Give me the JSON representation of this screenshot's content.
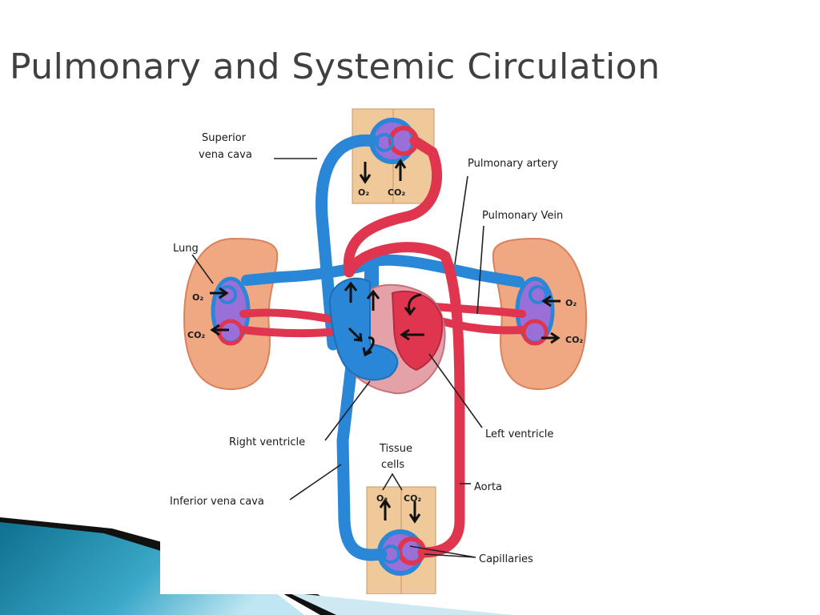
{
  "title": "Pulmonary and Systemic Circulation",
  "colors": {
    "deoxygenated": "#2a86d6",
    "oxygenated": "#e0354f",
    "tissue": "#f0c99a",
    "lung": "#f0a882",
    "corner_accent": "#1f8fb0"
  },
  "labels": {
    "superior_vena_cava": [
      "Superior",
      "vena cava"
    ],
    "pulmonary_artery": "Pulmonary artery",
    "pulmonary_vein": "Pulmonary Vein",
    "lung": "Lung",
    "right_ventricle": "Right ventricle",
    "left_ventricle": "Left ventricle",
    "tissue_cells": [
      "Tissue",
      "cells"
    ],
    "aorta": "Aorta",
    "inferior_vena_cava": "Inferior vena cava",
    "capillaries": "Capillaries"
  },
  "gas": {
    "o2": "O₂",
    "co2": "CO₂"
  }
}
